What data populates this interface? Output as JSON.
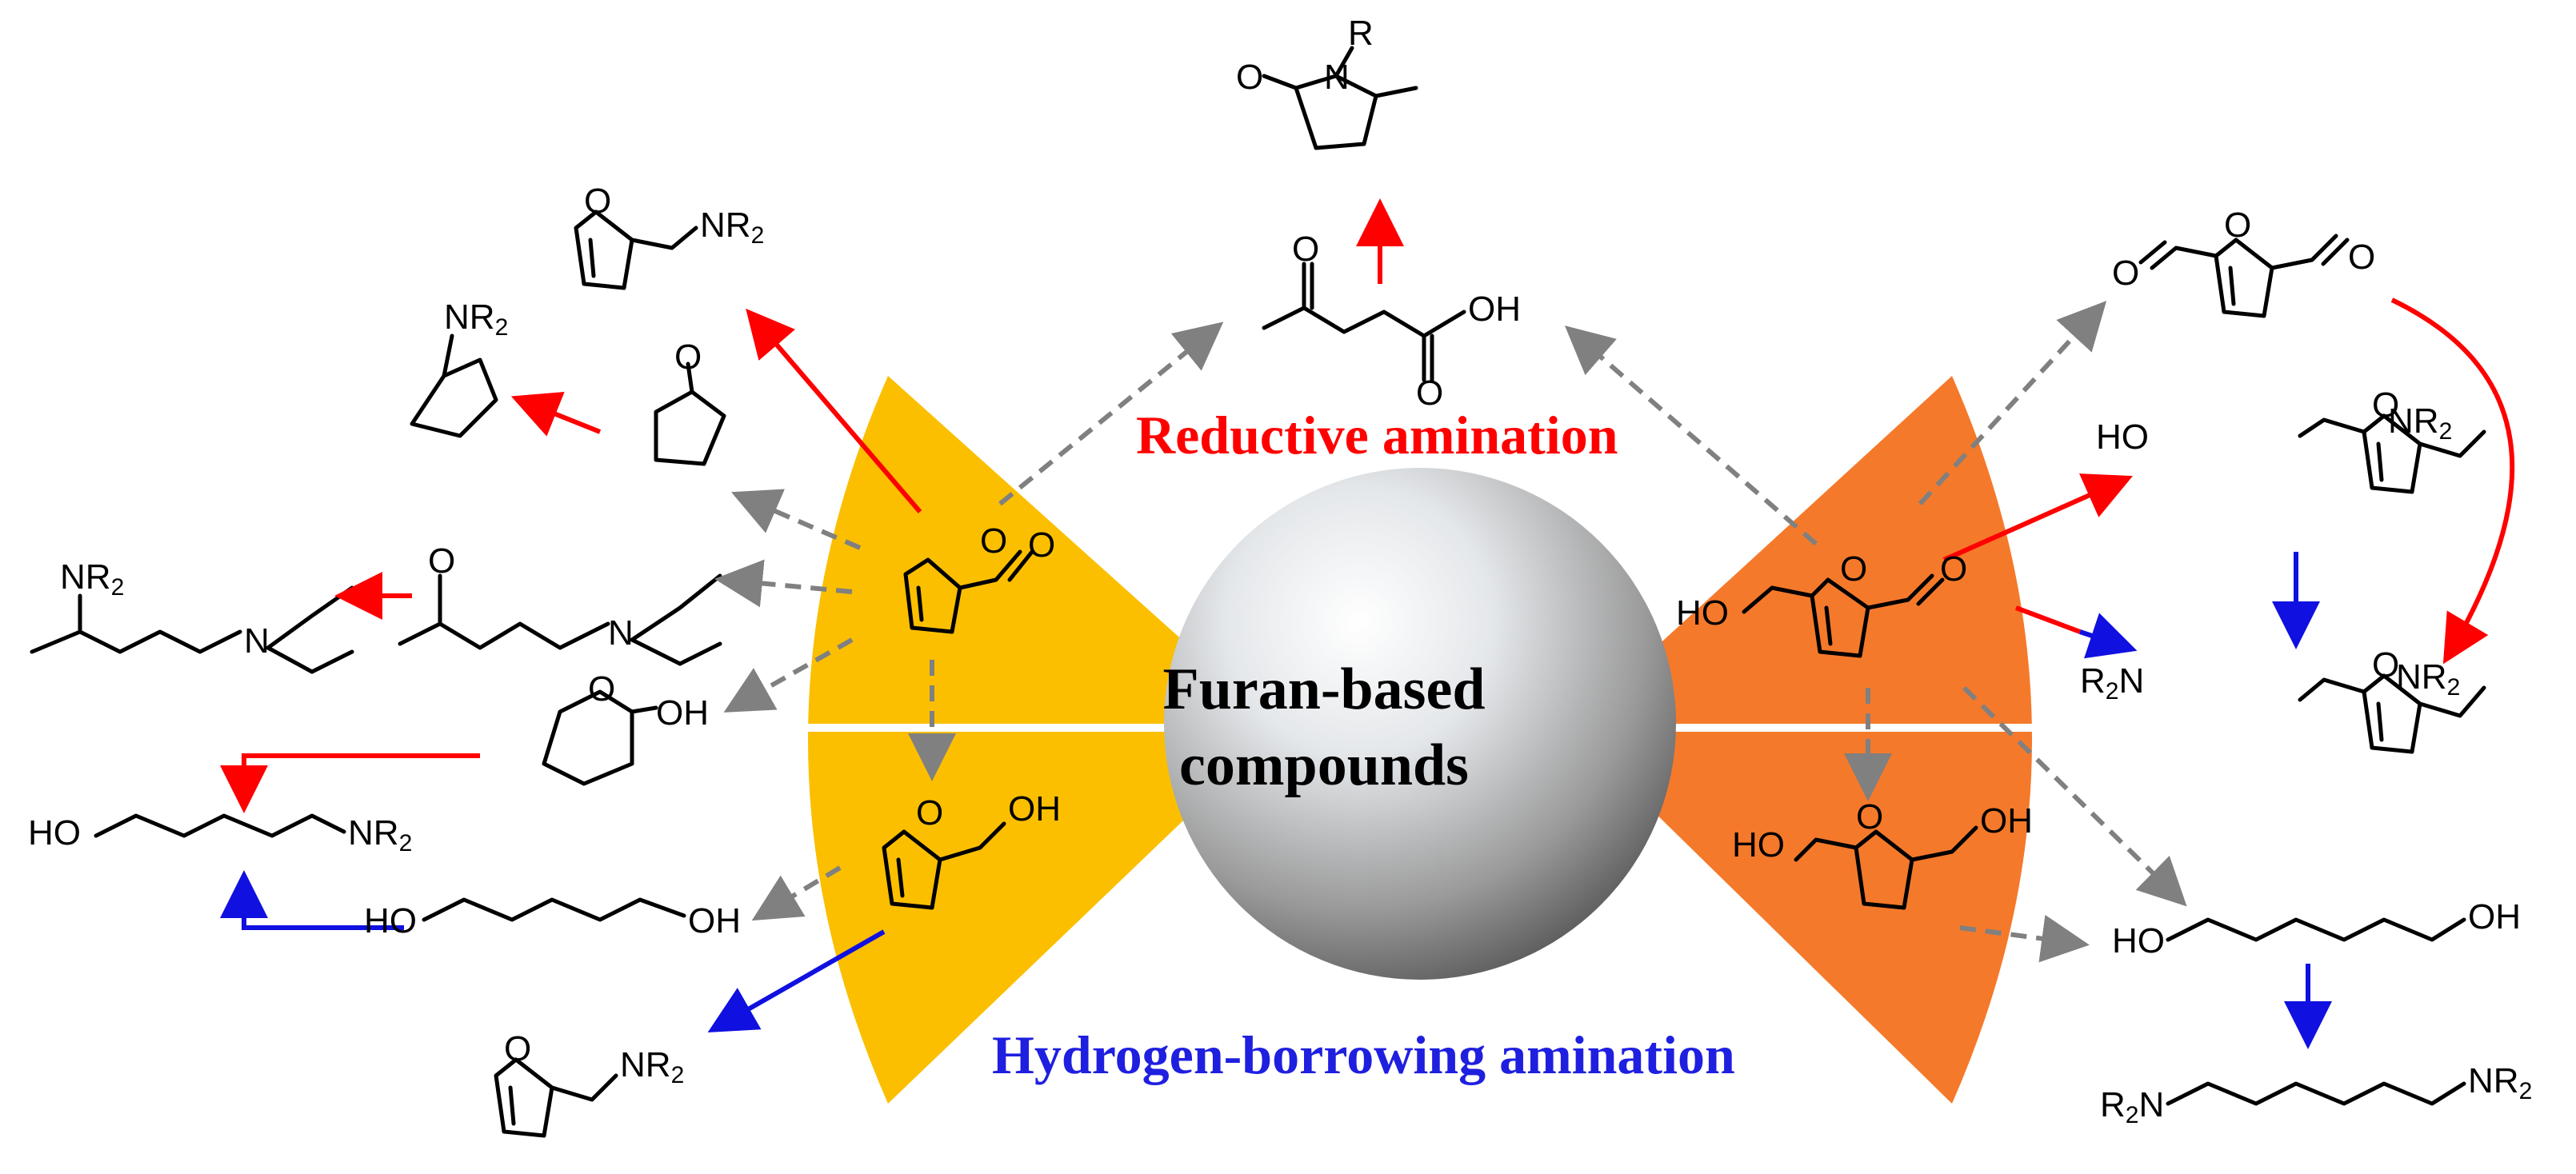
{
  "center": {
    "line1": "Furan-based",
    "line2": "compounds"
  },
  "captions": {
    "reductive": "Reductive amination",
    "hydrogen_borrowing": "Hydrogen-borrowing amination"
  },
  "colors": {
    "left_fan": "#FBBF00",
    "right_fan": "#F5792A",
    "reductive_arrow": "#FF0000",
    "borrowing_arrow": "#1010E0",
    "other_arrow": "#808080",
    "reductive_caption": "#FF0000",
    "borrowing_caption": "#1F1FE0"
  },
  "labels": {
    "r": "R",
    "o": "O",
    "n": "N",
    "oh": "OH",
    "ho": "HO",
    "nr": "NR",
    "r2n_pre": "R",
    "r2n_post": "N",
    "sub2": "2"
  }
}
